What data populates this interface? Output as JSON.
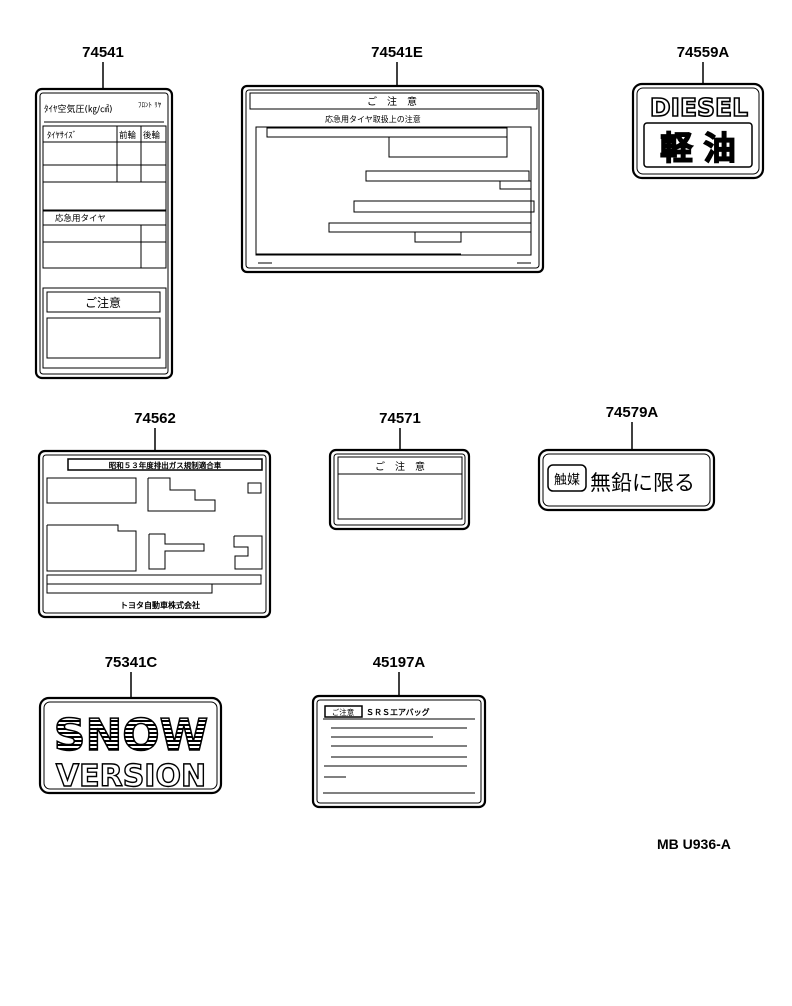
{
  "diagram_ref": "MB U936-A",
  "parts": [
    {
      "number": "74541",
      "label_texts": {
        "pressure_title": "ﾀｲﾔ空気圧(㎏/㎠)",
        "pressure_note": "ﾌﾛﾝﾄ ﾘﾔ",
        "header_size": "ﾀｲﾔｻｲｽﾞ",
        "header_front": "前輪",
        "header_rear": "後輪",
        "spare_title": "応急用タイヤ",
        "caution": "ご注意"
      }
    },
    {
      "number": "74541E",
      "label_texts": {
        "caution": "ご　注　意",
        "subtitle": "応急用タイヤ取扱上の注意"
      }
    },
    {
      "number": "74559A",
      "label_texts": {
        "line1": "DIESEL",
        "line2": "軽 油"
      }
    },
    {
      "number": "74562",
      "label_texts": {
        "title": "昭和５３年度排出ガス規制適合車",
        "maker": "トヨタ自動車株式会社"
      }
    },
    {
      "number": "74571",
      "label_texts": {
        "caution": "ご　注　意"
      }
    },
    {
      "number": "74579A",
      "label_texts": {
        "box": "触媒",
        "text": "無鉛に限る"
      }
    },
    {
      "number": "75341C",
      "label_texts": {
        "line1": "SNOW",
        "line2": "VERSION"
      }
    },
    {
      "number": "45197A",
      "label_texts": {
        "box": "ご注意",
        "title": "ＳＲＳエアバッグ"
      }
    }
  ]
}
